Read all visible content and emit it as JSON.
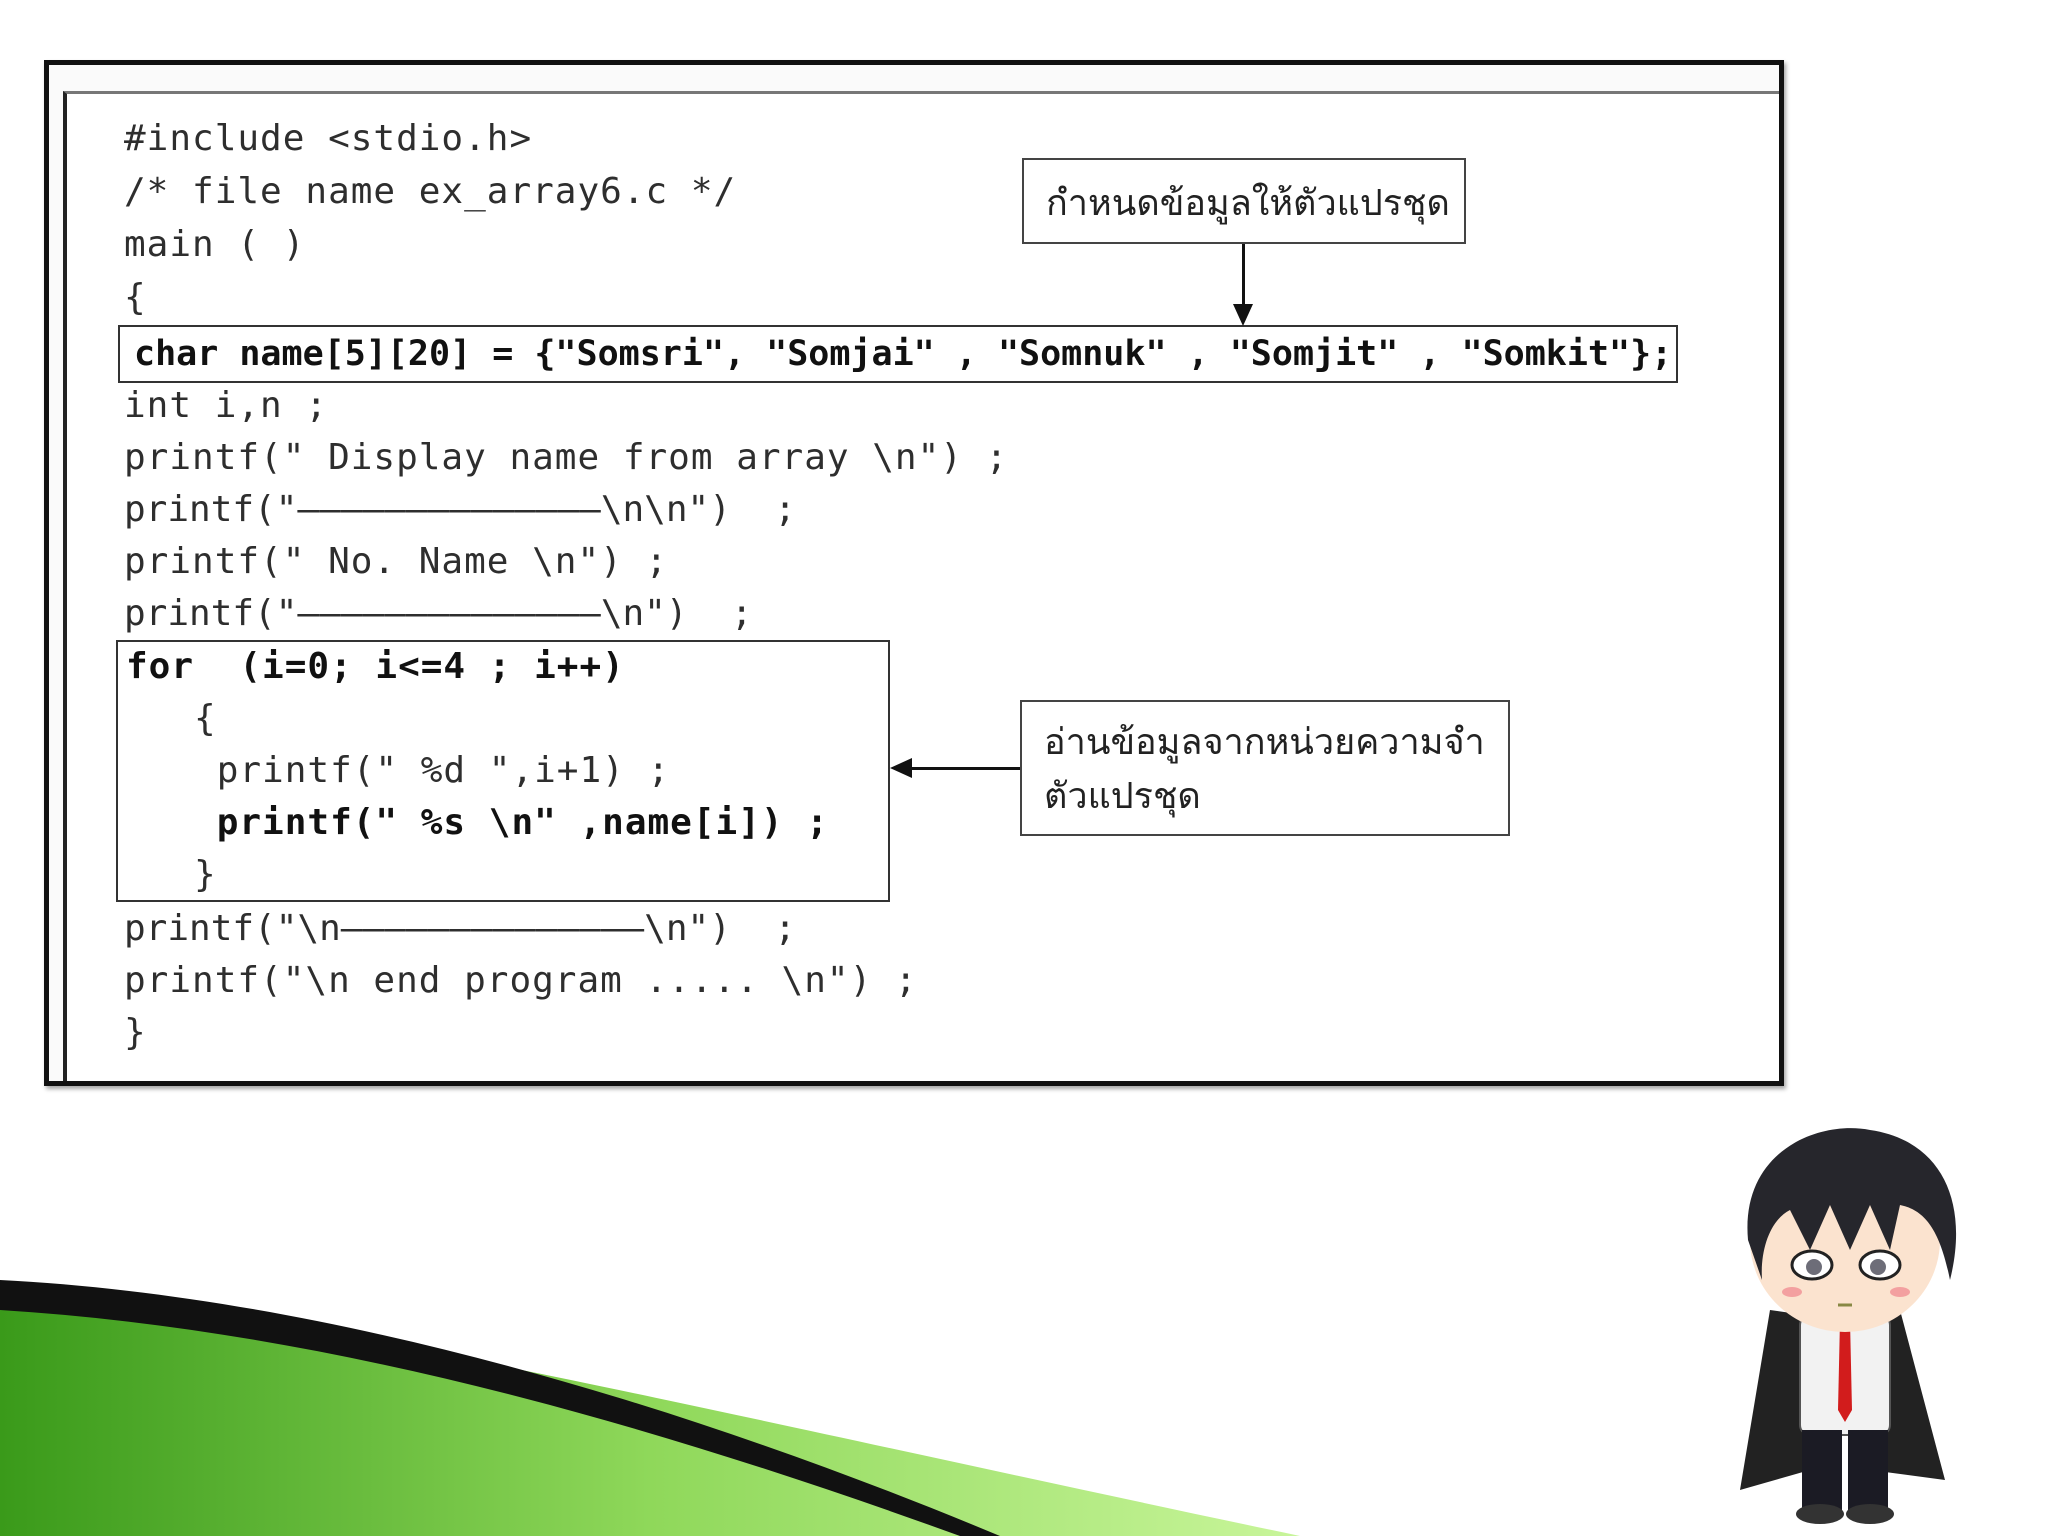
{
  "code": {
    "line1": "#include <stdio.h>",
    "line2": "/* file name ex_array6.c */",
    "line3": "main ( )",
    "line4": "{",
    "line5": "char name[5][20] = {\"Somsri\", \"Somjai\" , \"Somnuk\" , \"Somjit\" , \"Somkit\"};",
    "line6": "int i,n ;",
    "line7": "printf(\" Display name from array \\n\") ;",
    "line8": "printf(\"——————————————\\n\\n\")  ;",
    "line9": "printf(\" No. Name \\n\") ;",
    "line10": "printf(\"——————————————\\n\")  ;",
    "line11": "for  (i=0; i<=4 ; i++)",
    "line12": "   {",
    "line13": "    printf(\" %d \",i+1) ;",
    "line14": "    printf(\" %s \\n\" ,name[i]) ;",
    "line15": "   }",
    "line16": "printf(\"\\n——————————————\\n\")  ;",
    "line17": "printf(\"\\n end program ..... \\n\") ;",
    "line18": "}"
  },
  "callouts": {
    "top": "กำหนดข้อมูลให้ตัวแปรชุด",
    "bottom_line1": "อ่านข้อมูลจากหน่วยความจำ",
    "bottom_line2": "ตัวแปรชุด"
  },
  "colors": {
    "green_light": "#a6e86a",
    "green_dark": "#3a9a1a",
    "frame": "#111111"
  }
}
